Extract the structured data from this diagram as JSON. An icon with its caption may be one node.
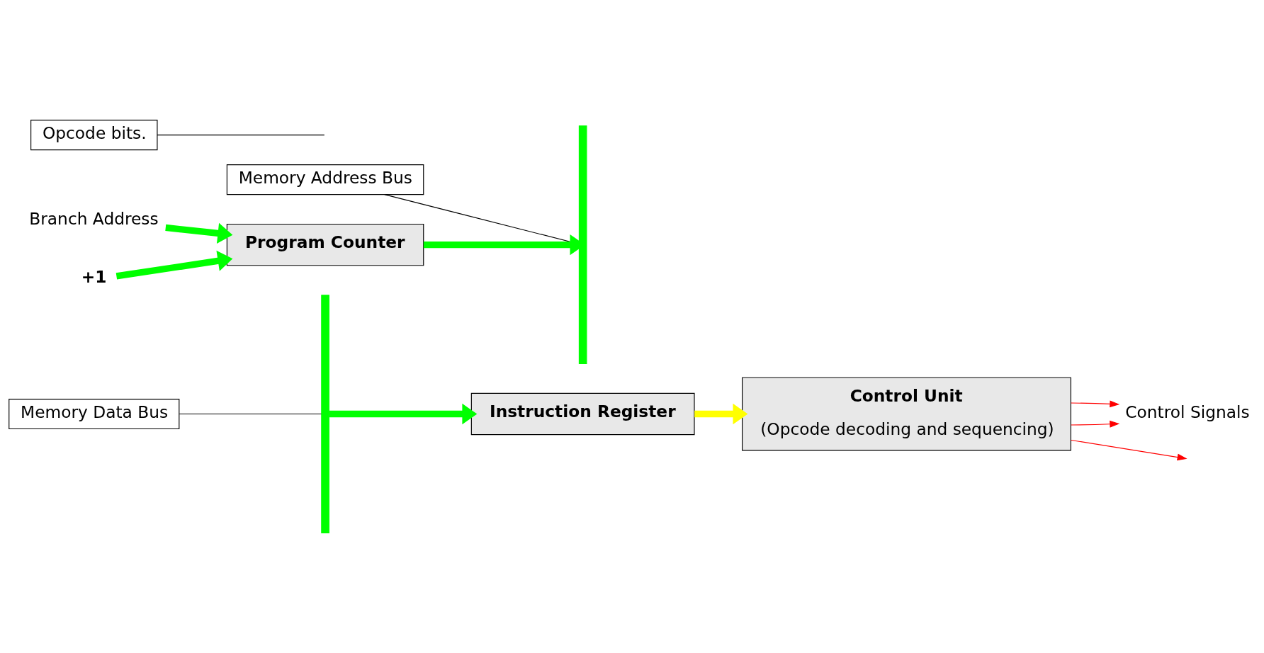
{
  "diagram": {
    "nodes": [
      {
        "text": [
          "Memory Data Bus"
        ]
      },
      {
        "text": [
          "Memory Address Bus"
        ]
      },
      {
        "text": [],
        "shape": "bar"
      },
      {
        "text": [],
        "shape": "bar"
      },
      {
        "text": [
          "Branch Address"
        ]
      },
      {
        "text": [
          "+1"
        ]
      },
      {
        "text": [
          "Program Counter"
        ]
      },
      {
        "text": [
          "Instruction Register"
        ]
      },
      {
        "text": [
          "Control Unit",
          "(Opcode decoding and sequencing)"
        ]
      },
      {
        "text": [
          "Opcode bits."
        ]
      },
      {
        "text": [
          "Control Signals"
        ]
      }
    ],
    "edges": [
      {
        "from": 0,
        "to": 2,
        "arrow": "none",
        "color": "#000000"
      },
      {
        "from": 1,
        "to": 3,
        "arrow": "none",
        "color": "#000000"
      },
      {
        "from": 4,
        "to": 6,
        "arrow": "to",
        "style": "thick",
        "color": "#00ff00"
      },
      {
        "from": 5,
        "to": 6,
        "arrow": "to",
        "style": "thick",
        "color": "#00ff00"
      },
      {
        "from": 6,
        "to": 3,
        "arrow": "to",
        "style": "thick",
        "color": "#00ff00"
      },
      {
        "from": 2,
        "to": 7,
        "arrow": "to",
        "style": "thick",
        "color": "#00ff00"
      },
      {
        "from": 7,
        "to": 8,
        "arrow": "to",
        "style": "thick",
        "color": "#ffff00"
      },
      {
        "from": 9,
        "to": null,
        "arrow": "none",
        "color": "#000000"
      },
      {
        "from": 8,
        "to": 10,
        "arrow": "to",
        "color": "#ff0000"
      },
      {
        "from": 8,
        "to": 10,
        "arrow": "to",
        "color": "#ff0000"
      },
      {
        "from": 8,
        "to": null,
        "arrow": "to",
        "color": "#ff0000"
      }
    ]
  }
}
